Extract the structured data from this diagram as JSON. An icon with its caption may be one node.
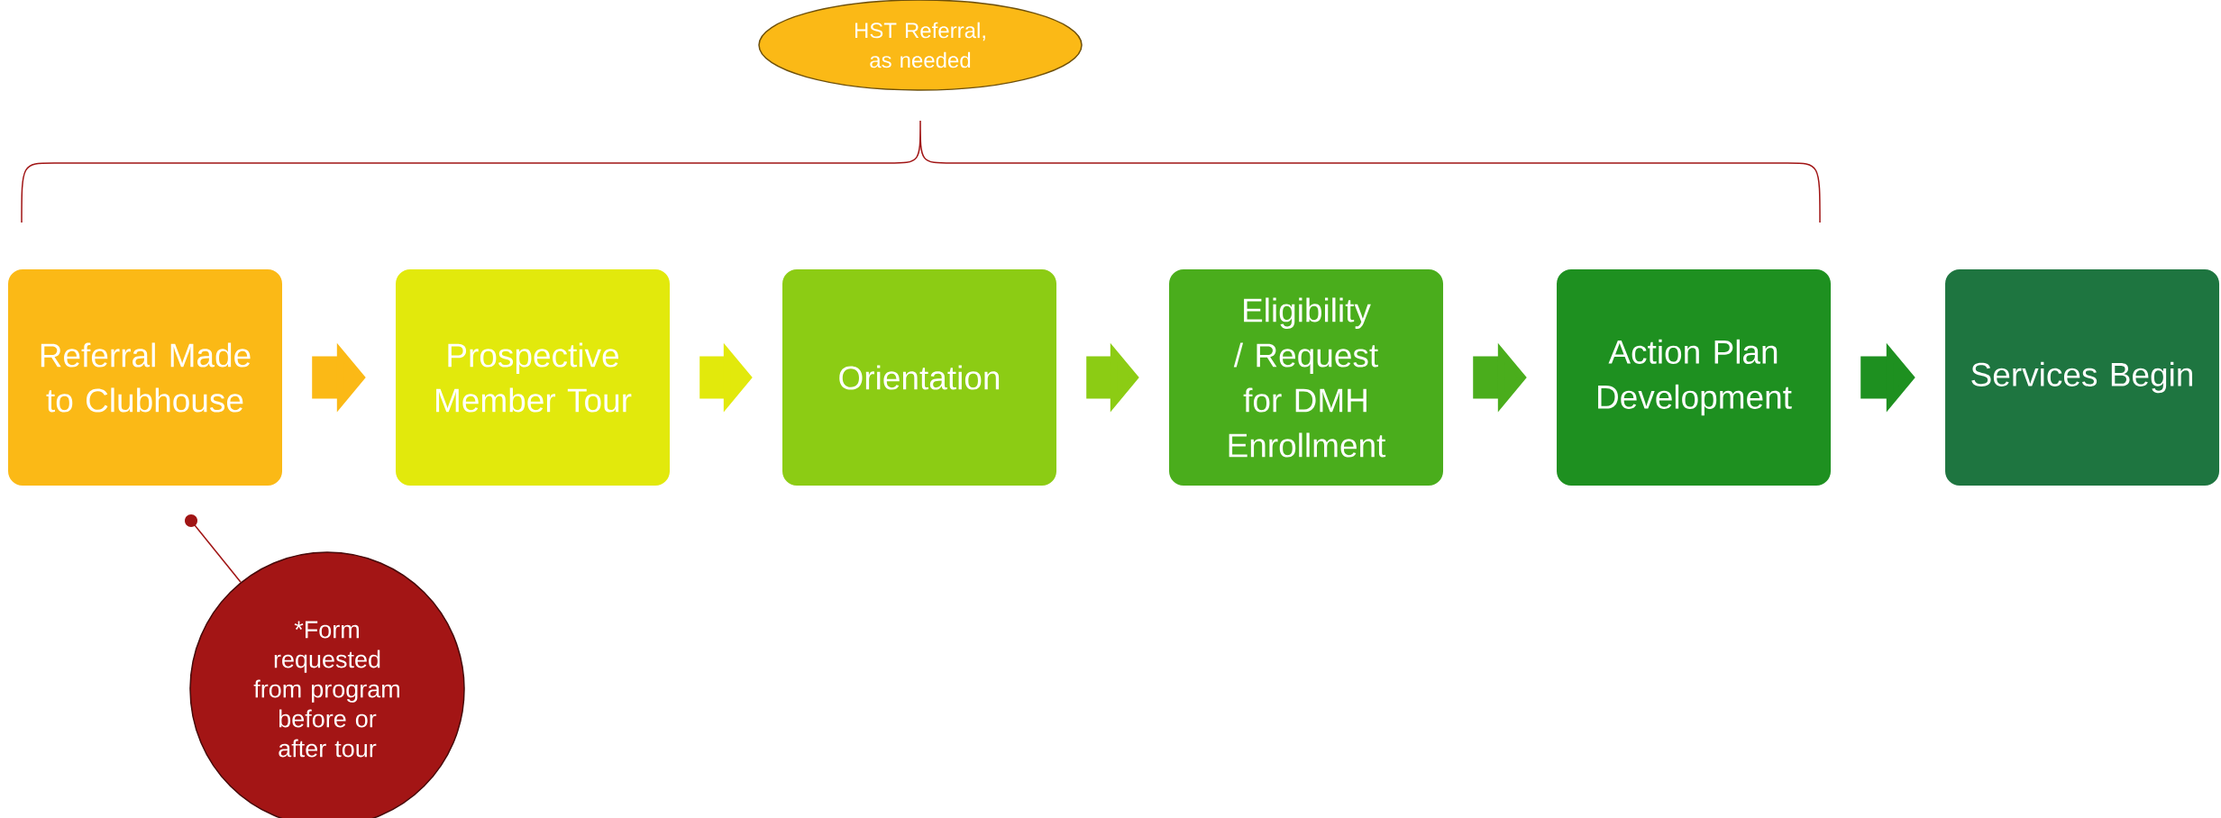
{
  "diagram": {
    "nodes": [
      {
        "text": [
          "HST Referral, as needed"
        ]
      },
      {
        "text": [
          "Referral Made to Clubhouse"
        ]
      },
      {
        "text": [
          "Prospective Member Tour"
        ]
      },
      {
        "text": [
          "Orientation"
        ]
      },
      {
        "text": [
          "Eligibility / Request for DMH Enrollment"
        ]
      },
      {
        "text": [
          "Action Plan Development"
        ]
      },
      {
        "text": [
          "Services Begin"
        ]
      },
      {
        "text": [
          "*Form requested from program before or after tour"
        ]
      }
    ],
    "edges": [
      {
        "from": 1,
        "to": 2,
        "arrow": "to",
        "color": "#fbb916"
      },
      {
        "from": 2,
        "to": 3,
        "arrow": "to",
        "color": "#e2e90c"
      },
      {
        "from": 3,
        "to": 4,
        "arrow": "to",
        "color": "#8ccc14"
      },
      {
        "from": 4,
        "to": 5,
        "arrow": "to",
        "color": "#4aad1c"
      },
      {
        "from": 5,
        "to": 6,
        "arrow": "to",
        "color": "#1e9020"
      },
      {
        "from": 7,
        "to": null,
        "arrow": "other",
        "color": "#a01414"
      }
    ]
  }
}
